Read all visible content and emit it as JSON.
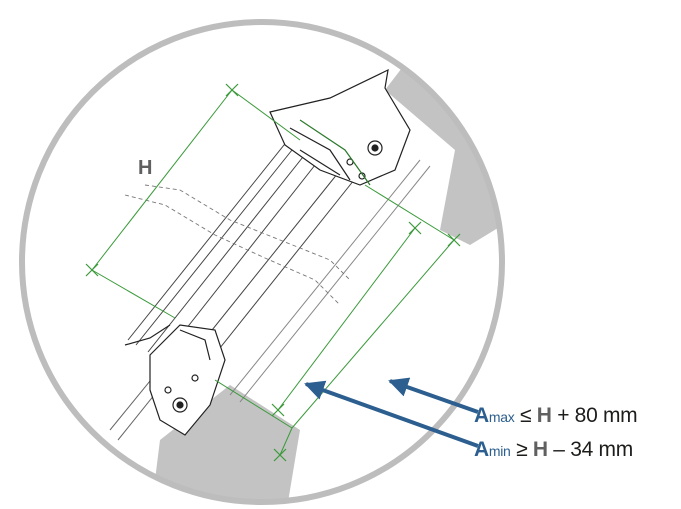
{
  "diagram": {
    "h_label": "H",
    "formula_max": {
      "symbol": "A",
      "subscript": "max",
      "operator": "≤",
      "variable": "H",
      "expression": "+ 80 mm"
    },
    "formula_min": {
      "symbol": "A",
      "subscript": "min",
      "operator": "≥",
      "variable": "H",
      "expression": "– 34 mm"
    },
    "colors": {
      "circle": "#bdbdbd",
      "wall": "#c3c3c3",
      "dimension": "#3a9a3a",
      "arrow": "#2c5f8f",
      "label_gray": "#606060",
      "text": "#1d1d1b"
    }
  }
}
